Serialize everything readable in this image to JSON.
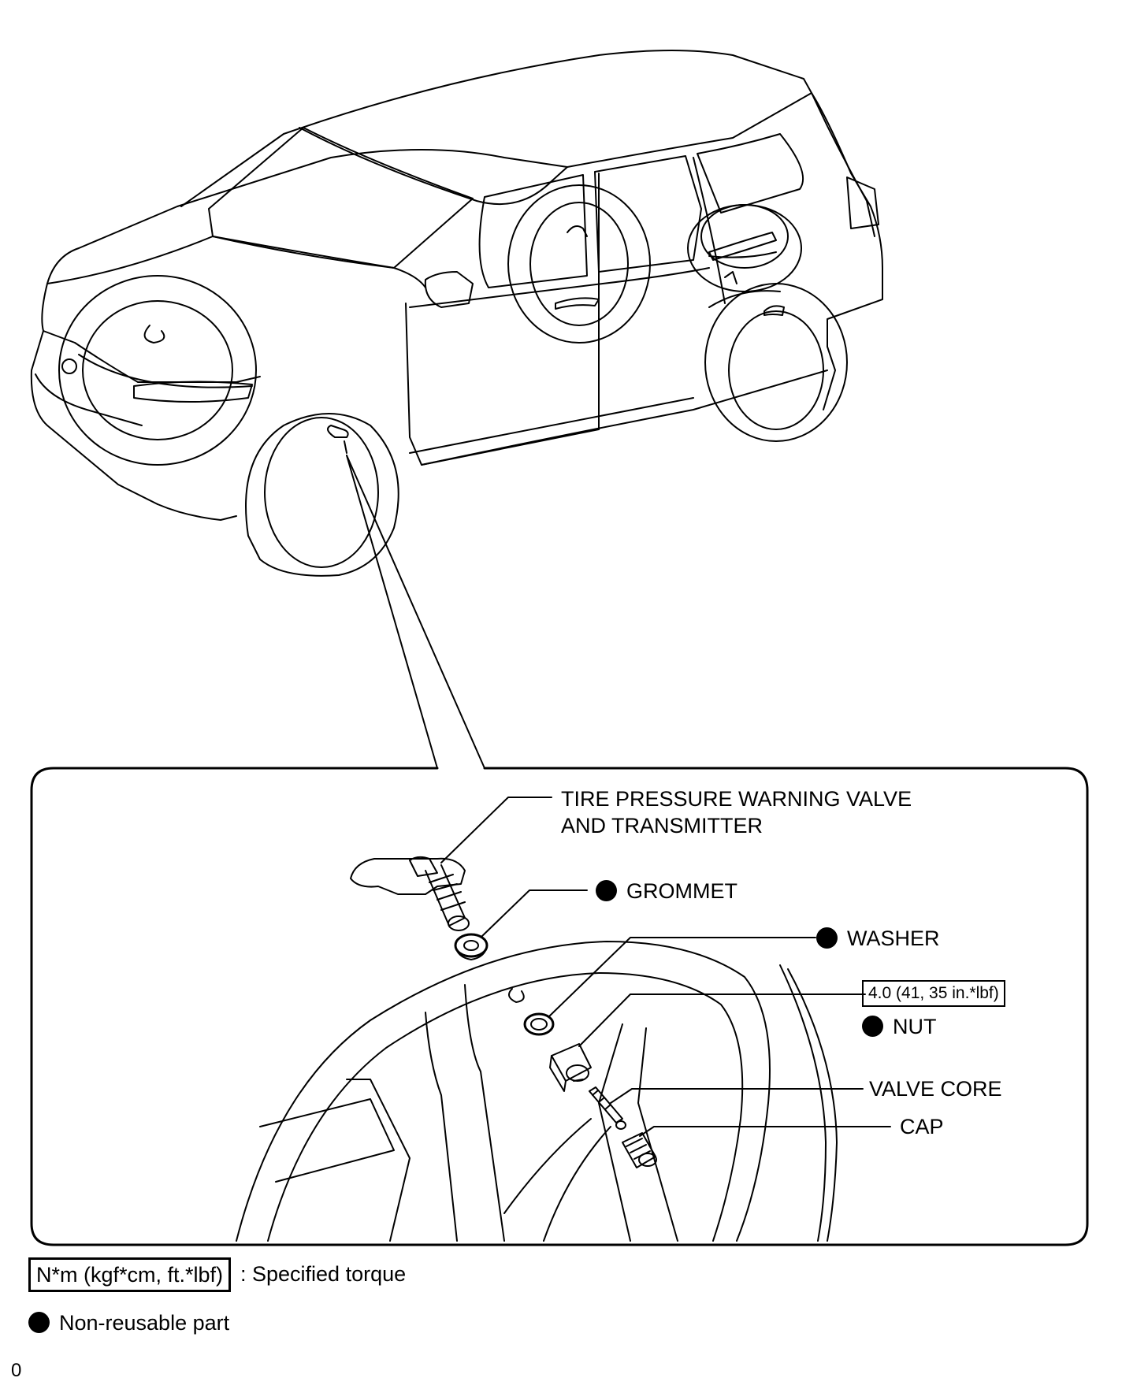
{
  "callouts": {
    "transmitter_line1": "TIRE PRESSURE WARNING VALVE",
    "transmitter_line2": "AND TRANSMITTER",
    "grommet": "GROMMET",
    "washer": "WASHER",
    "torque": "4.0 (41, 35 in.*lbf)",
    "nut": "NUT",
    "valve_core": "VALVE CORE",
    "cap": "CAP"
  },
  "legend": {
    "torque_unit": "N*m (kgf*cm, ft.*lbf)",
    "torque_text": ": Specified torque",
    "nonreusable_text": "Non-reusable part"
  },
  "footer": {
    "code": "0"
  },
  "icons": [
    "filled-circle-icon"
  ],
  "colors": {
    "line": "#000000",
    "background": "#ffffff"
  }
}
